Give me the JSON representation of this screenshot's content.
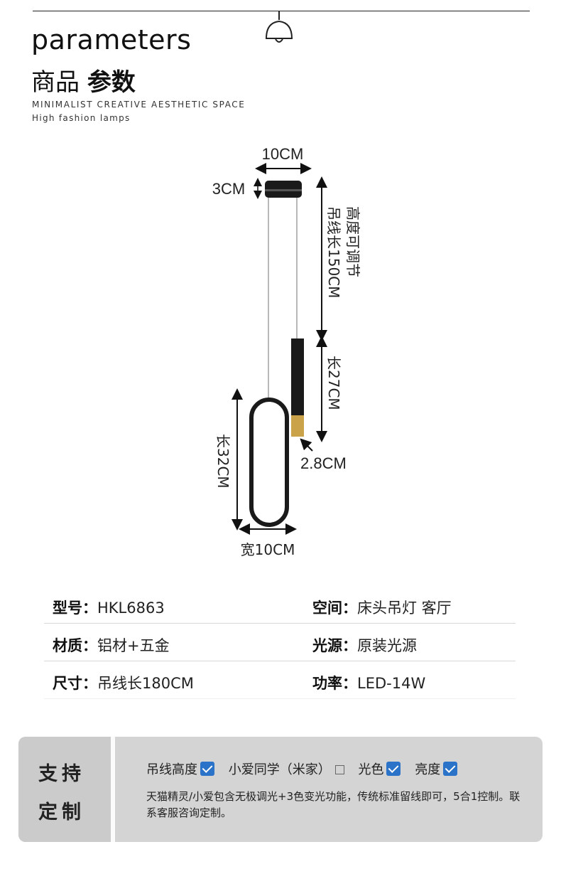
{
  "header": {
    "title_en": "parameters",
    "title_cn_light": "商品",
    "title_cn_bold": "参数",
    "subtitle_1": "MINIMALIST CREATIVE AESTHETIC SPACE",
    "subtitle_2": "High fashion lamps"
  },
  "diagram": {
    "canopy_width": "10CM",
    "canopy_height": "3CM",
    "cable_note": "高度可调节",
    "cable_length": "吊线长150CM",
    "tube_length": "长27CM",
    "tube_diameter": "2.8CM",
    "ring_length": "长32CM",
    "ring_width": "宽10CM"
  },
  "specs": [
    {
      "left": {
        "label": "型号：",
        "value": "HKL6863"
      },
      "right": {
        "label": "空间：",
        "value": "床头吊灯  客厅"
      }
    },
    {
      "left": {
        "label": "材质：",
        "value": "铝材+五金"
      },
      "right": {
        "label": "光源：",
        "value": "原装光源"
      }
    },
    {
      "left": {
        "label": "尺寸：",
        "value": "吊线长180CM"
      },
      "right": {
        "label": "功率：",
        "value": "LED-14W"
      }
    }
  ],
  "support": {
    "title_1": "支持",
    "title_2": "定制",
    "options": [
      {
        "label": "吊线高度",
        "checked": true
      },
      {
        "label": "小爱同学（米家）",
        "checked": false
      },
      {
        "label": "光色",
        "checked": true
      },
      {
        "label": "亮度",
        "checked": true
      }
    ],
    "description": "天猫精灵/小爱包含无极调光+3色变光功能，传统标准留线即可，5合1控制。联系客服咨询定制。"
  },
  "colors": {
    "checkbox": "#2a73c9",
    "panel": "#d4d4d4",
    "lamp_black": "#1a1a1a",
    "lamp_gold": "#c9a24a"
  }
}
